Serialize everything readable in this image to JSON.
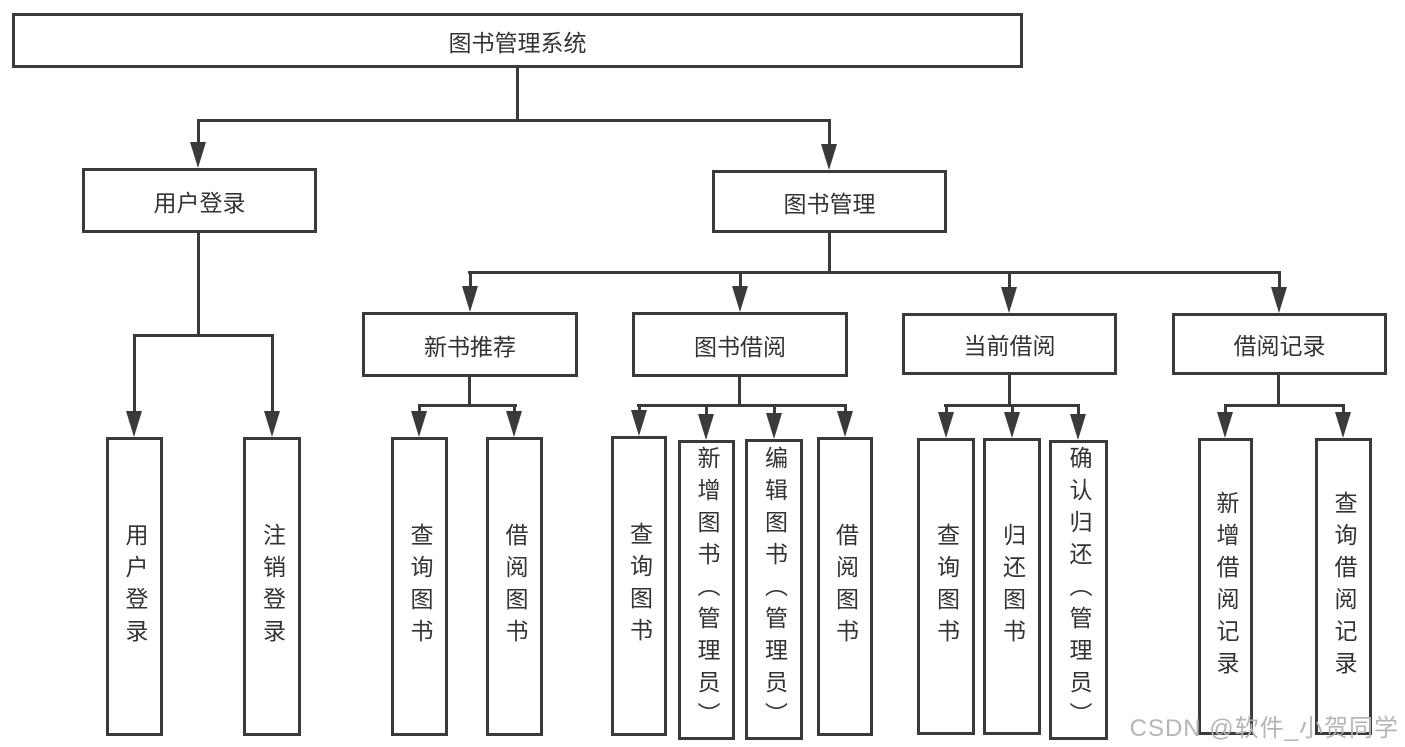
{
  "page": {
    "background": "#ffffff",
    "stroke_color": "#3a3a3a",
    "text_color": "#333333",
    "watermark_color": "#b5b5b5"
  },
  "diagram": {
    "root": {
      "label": "图书管理系统"
    },
    "user_login": {
      "label": "用户登录",
      "children": [
        {
          "label": "用户登录"
        },
        {
          "label": "注销登录"
        }
      ]
    },
    "book_management": {
      "label": "图书管理",
      "sections": [
        {
          "label": "新书推荐",
          "children": [
            {
              "label": "查询图书"
            },
            {
              "label": "借阅图书"
            }
          ]
        },
        {
          "label": "图书借阅",
          "children": [
            {
              "label": "查询图书"
            },
            {
              "label": "新增图书（管理员）"
            },
            {
              "label": "编辑图书（管理员）"
            },
            {
              "label": "借阅图书"
            }
          ]
        },
        {
          "label": "当前借阅",
          "children": [
            {
              "label": "查询图书"
            },
            {
              "label": "归还图书"
            },
            {
              "label": "确认归还（管理员）"
            }
          ]
        },
        {
          "label": "借阅记录",
          "children": [
            {
              "label": "新增借阅记录"
            },
            {
              "label": "查询借阅记录"
            }
          ]
        }
      ]
    }
  },
  "watermark": {
    "text": "CSDN @软件_小贺同学"
  }
}
